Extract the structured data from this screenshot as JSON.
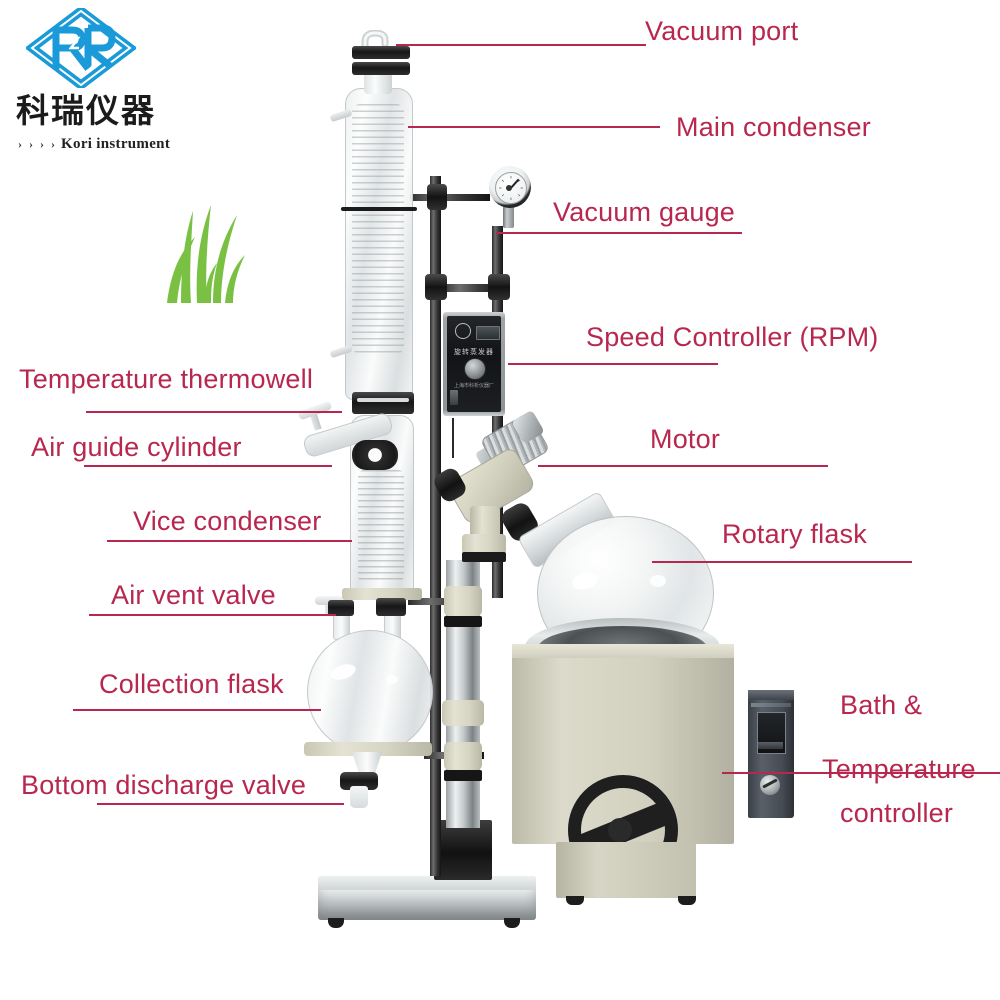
{
  "brand": {
    "logo_icon": "kori-diamond-logo",
    "name_cn": "科瑞仪器",
    "name_en": "Kori instrument",
    "chevrons": "› › › ›",
    "accent_color": "#1a9ad8"
  },
  "decoration": {
    "grass_icon": "grass-leaves",
    "grass_color": "#7ac143"
  },
  "diagram": {
    "subject": "rotary-evaporator",
    "label_color": "#b8274f",
    "background_color": "#ffffff"
  },
  "labels": [
    {
      "id": "vacuum-port",
      "text": "Vacuum port"
    },
    {
      "id": "main-condenser",
      "text": "Main condenser"
    },
    {
      "id": "vacuum-gauge",
      "text": "Vacuum gauge"
    },
    {
      "id": "speed-controller",
      "text": "Speed Controller (RPM)"
    },
    {
      "id": "motor",
      "text": "Motor"
    },
    {
      "id": "rotary-flask",
      "text": "Rotary flask"
    },
    {
      "id": "temperature-thermowell",
      "text": "Temperature thermowell"
    },
    {
      "id": "air-guide-cylinder",
      "text": "Air guide cylinder"
    },
    {
      "id": "vice-condenser",
      "text": "Vice condenser"
    },
    {
      "id": "air-vent-valve",
      "text": "Air vent valve"
    },
    {
      "id": "collection-flask",
      "text": "Collection flask"
    },
    {
      "id": "bottom-discharge-valve",
      "text": "Bottom discharge valve"
    },
    {
      "id": "bath-temperature-controller",
      "line1": "Bath &",
      "line2": "Temperature",
      "line3": "controller"
    }
  ],
  "controller_panel": {
    "model_text_cn": "旋转蒸发器",
    "maker_text_cn": "上海市科析仪器厂",
    "display_value": ""
  }
}
